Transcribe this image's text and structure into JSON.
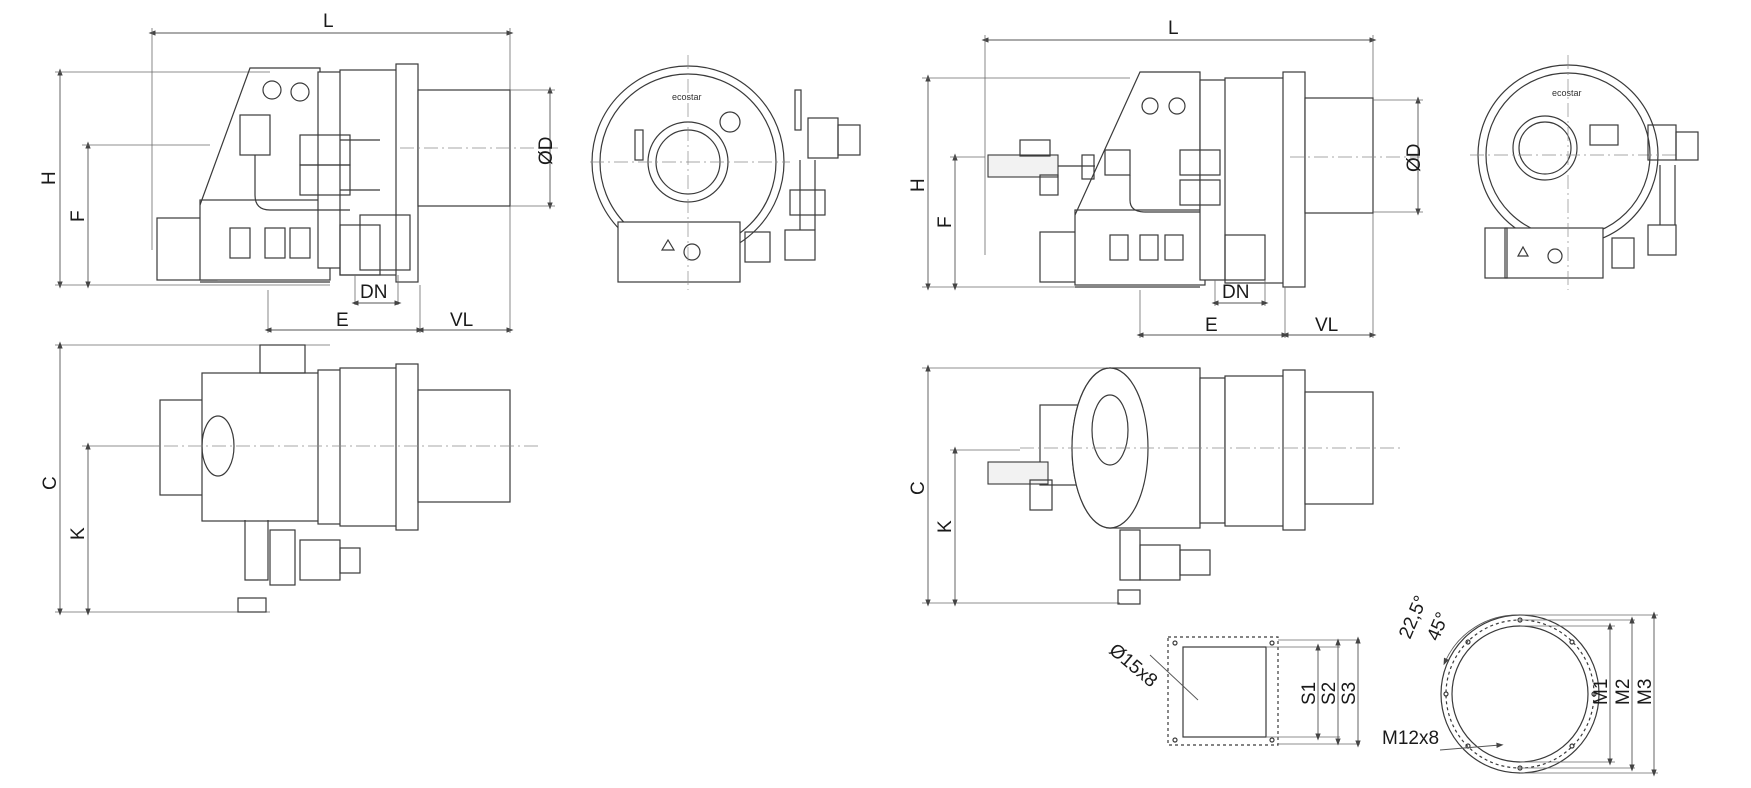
{
  "views": {
    "left_side": {
      "L": "L",
      "H": "H",
      "F": "F",
      "D": "ØD",
      "DN": "DN",
      "E": "E",
      "VL": "VL"
    },
    "left_top": {
      "C": "C",
      "K": "K"
    },
    "left_front": {
      "brand": "ecostar"
    },
    "right_side": {
      "L": "L",
      "H": "H",
      "F": "F",
      "D": "ØD",
      "DN": "DN",
      "E": "E",
      "VL": "VL"
    },
    "right_top": {
      "C": "C",
      "K": "K"
    },
    "right_front": {
      "brand": "ecostar"
    },
    "flange_square": {
      "holes": "Ø15x8",
      "S1": "S1",
      "S2": "S2",
      "S3": "S3"
    },
    "flange_round": {
      "a1": "22,5°",
      "a2": "45°",
      "thread": "M12x8",
      "M1": "M1",
      "M2": "M2",
      "M3": "M3"
    }
  },
  "colors": {
    "line": "#3a3a3a",
    "background": "#ffffff",
    "text": "#1a1a1a"
  }
}
